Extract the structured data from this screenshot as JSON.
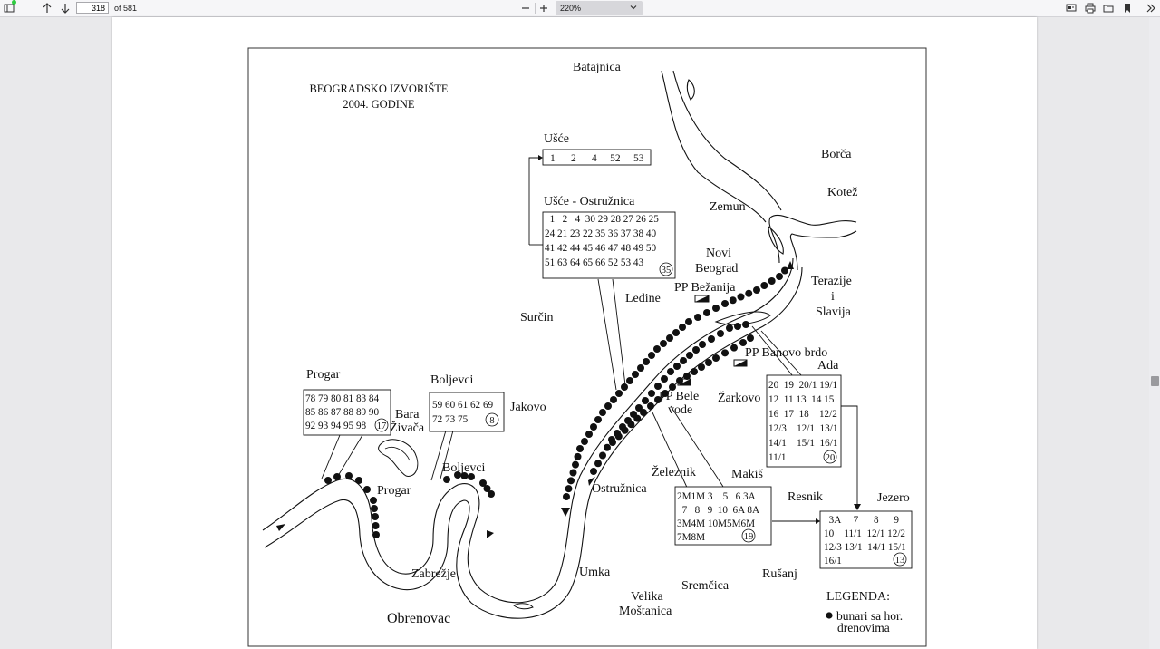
{
  "toolbar": {
    "current_page": "318",
    "page_count": "of 581",
    "zoom": "220%",
    "sidebar_icon": "sidebar-toggle-icon",
    "prev_icon": "arrow-up-icon",
    "next_icon": "arrow-down-icon",
    "zoom_out_icon": "minus-icon",
    "zoom_in_icon": "plus-icon",
    "right_icons": [
      "presentation-icon",
      "print-icon",
      "open-file-icon",
      "bookmark-icon",
      "more-tools-icon"
    ]
  },
  "map": {
    "title_line1": "BEOGRADSKO IZVORIŠTE",
    "title_line2": "2004. GODINE",
    "places": {
      "batajnica": "Batajnica",
      "borca": "Borča",
      "kotez": "Kotež",
      "zemun": "Zemun",
      "novi": "Novi",
      "beograd": "Beograd",
      "pp_bezanija": "PP Bežanija",
      "ledine": "Ledine",
      "surcin": "Surčin",
      "terazije": "Terazije",
      "i": "i",
      "slavija": "Slavija",
      "pp_banovo": "PP Banovo brdo",
      "ada": "Ada",
      "pp_bele": "PP Bele",
      "vode": "vode",
      "zarkovo": "Žarkovo",
      "progar": "Progar",
      "boljevci": "Boljevci",
      "jakovo": "Jakovo",
      "bara": "Bara",
      "zivaca": "Živača",
      "boljevci2": "Boljevci",
      "progar2": "Progar",
      "zeleznik": "Železnik",
      "makis": "Makiš",
      "ostruznica": "Ostružnica",
      "resnik": "Resnik",
      "jezero": "Jezero",
      "zabrezje": "Zabrežje",
      "umka": "Umka",
      "velika": "Velika",
      "mostanica": "Moštanica",
      "sremcica": "Sremčica",
      "rusanj": "Rušanj",
      "obrenovac": "Obrenovac"
    },
    "legend": {
      "title": "LEGENDA:",
      "line1": "bunari sa hor.",
      "line2": "drenovima"
    },
    "boxes": {
      "usce_title": "Ušće",
      "usce_rows": [
        "1      2      4     52     53"
      ],
      "usce_ostr_title": "Ušće - Ostružnica",
      "usce_ostr_rows": [
        "  1   2   4  30 29 28 27 26 25",
        "24 21 23 22 35 36 37 38 40",
        "41 42 44 45 46 47 48 49 50",
        "51 63 64 65 66 52 53 43"
      ],
      "usce_ostr_count": "35",
      "progar_rows": [
        "78 79 80 81 83 84",
        "85 86 87 88 89 90",
        "92 93 94 95 98"
      ],
      "progar_count": "17",
      "boljevci_rows": [
        "59 60 61 62 69",
        "72 73 75"
      ],
      "boljevci_count": "8",
      "banovo_rows": [
        "20  19  20/1 19/1",
        "12  11 13  14 15",
        "16  17  18    12/2",
        "12/3    12/1  13/1",
        "14/1    15/1  16/1",
        "11/1"
      ],
      "banovo_count": "20",
      "zeleznik_rows": [
        "2M1M 3    5   6 3A",
        "  7   8   9  10  6A 8A",
        "3M4M 10M5M6M",
        "7M8M"
      ],
      "zeleznik_count": "19",
      "jezero_rows": [
        "  3A     7      8      9",
        "10    11/1  12/1 12/2",
        "12/3 13/1  14/1 15/1",
        "16/1"
      ],
      "jezero_count": "13"
    }
  }
}
